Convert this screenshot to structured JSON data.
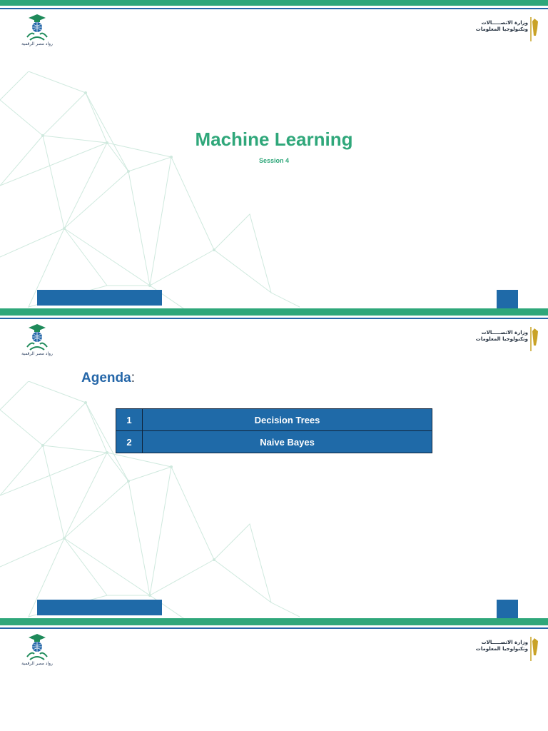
{
  "colors": {
    "brand_green": "#2fa77a",
    "brand_blue": "#2466a8",
    "table_fill": "#1f6aa8"
  },
  "header": {
    "left_logo_caption": "رواد مصر الرقمية",
    "right_logo_line1": "وزارة الاتصـــــالات",
    "right_logo_line2": "وتكنولوجيا المعلومات",
    "left_logo_icon": "graduation-globe-logo-icon",
    "right_logo_icon": "eagle-emblem-icon"
  },
  "slide1": {
    "title": "Machine Learning",
    "subtitle": "Session 4"
  },
  "slide2": {
    "heading": "Agenda",
    "heading_colon": ":",
    "agenda": [
      {
        "num": "1",
        "item": "Decision Trees"
      },
      {
        "num": "2",
        "item": "Naive Bayes"
      }
    ]
  }
}
